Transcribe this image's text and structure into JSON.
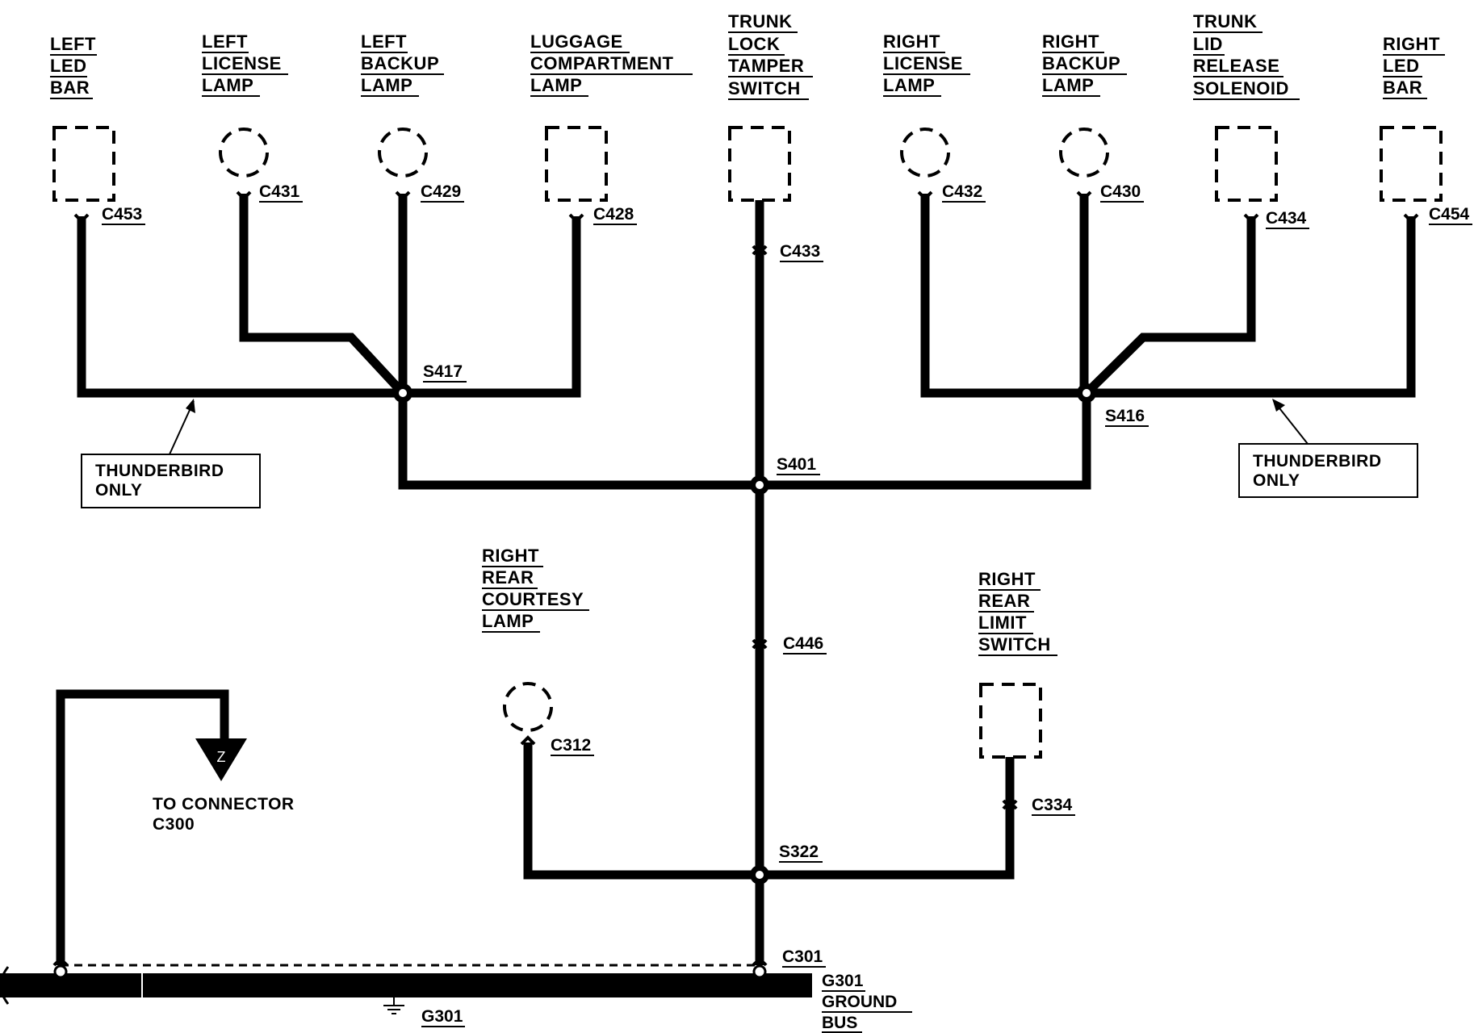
{
  "components": {
    "left_led_bar": [
      "LEFT",
      "LED",
      "BAR"
    ],
    "left_license_lamp": [
      "LEFT",
      "LICENSE",
      "LAMP"
    ],
    "left_backup_lamp": [
      "LEFT",
      "BACKUP",
      "LAMP"
    ],
    "luggage_compartment_lamp": [
      "LUGGAGE",
      "COMPARTMENT",
      "LAMP"
    ],
    "trunk_lock_tamper_switch": [
      "TRUNK",
      "LOCK",
      "TAMPER",
      "SWITCH"
    ],
    "right_license_lamp": [
      "RIGHT",
      "LICENSE",
      "LAMP"
    ],
    "right_backup_lamp": [
      "RIGHT",
      "BACKUP",
      "LAMP"
    ],
    "trunk_lid_release_solenoid": [
      "TRUNK",
      "LID",
      "RELEASE",
      "SOLENOID"
    ],
    "right_led_bar": [
      "RIGHT",
      "LED",
      "BAR"
    ],
    "right_rear_courtesy_lamp": [
      "RIGHT",
      "REAR",
      "COURTESY",
      "LAMP"
    ],
    "right_rear_limit_switch": [
      "RIGHT",
      "REAR",
      "LIMIT",
      "SWITCH"
    ]
  },
  "connectors": {
    "c453": "C453",
    "c431": "C431",
    "c429": "C429",
    "c428": "C428",
    "c433": "C433",
    "c432": "C432",
    "c430": "C430",
    "c434": "C434",
    "c454": "C454",
    "c446": "C446",
    "c312": "C312",
    "c334": "C334",
    "c301": "C301"
  },
  "splices": {
    "s417": "S417",
    "s416": "S416",
    "s401": "S401",
    "s322": "S322"
  },
  "notes": {
    "thunderbird_left": [
      "THUNDERBIRD",
      "ONLY"
    ],
    "thunderbird_right": [
      "THUNDERBIRD",
      "ONLY"
    ],
    "to_connector": [
      "TO CONNECTOR",
      "C300"
    ],
    "connector_letter": "Z"
  },
  "ground": {
    "bus_label": [
      "G301",
      "GROUND",
      "BUS"
    ],
    "ground_point": "G301"
  },
  "colors": {
    "ink": "#000000",
    "paper": "#ffffff"
  }
}
